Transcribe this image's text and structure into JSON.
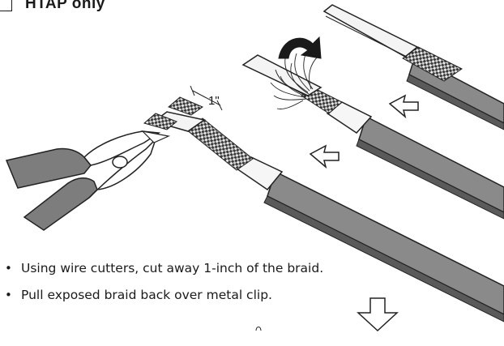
{
  "header": {
    "title": "HTAP only"
  },
  "dimension": {
    "label": "1\""
  },
  "instructions": [
    "Using wire cutters, cut away 1-inch of the braid.",
    "Pull exposed braid back over metal clip."
  ],
  "icons": [
    "wire-cutters-icon",
    "rotate-arrow-icon",
    "direction-arrow-icon",
    "down-arrow-icon"
  ],
  "colors": {
    "cable_jacket": "#8a8a8a",
    "cable_shadow": "#5a5a5a",
    "braid": "#2b2b2b",
    "cutter_handle": "#7d7d7d"
  }
}
